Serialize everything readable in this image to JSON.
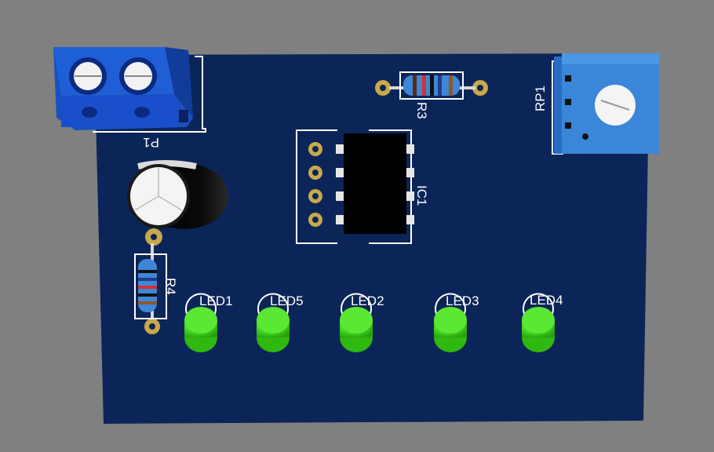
{
  "colors": {
    "background": "#808080",
    "pcb": "#0b2558",
    "silkscreen": "#ffffff",
    "terminal_block": "#1f5fd6",
    "trimmer": "#3a86d8",
    "led": "#3fd11e",
    "pad": "#c9a84a"
  },
  "components": {
    "p1": {
      "label": "P1",
      "type": "terminal-block"
    },
    "rp1": {
      "label": "RP1",
      "type": "trimmer-potentiometer"
    },
    "r3": {
      "label": "R3",
      "type": "resistor"
    },
    "r4": {
      "label": "R4",
      "type": "resistor"
    },
    "ic1": {
      "label": "IC1",
      "type": "dip-8-ic"
    },
    "capacitor": {
      "type": "electrolytic-capacitor"
    },
    "leds": [
      {
        "label": "LED1"
      },
      {
        "label": "LED5"
      },
      {
        "label": "LED2"
      },
      {
        "label": "LED3"
      },
      {
        "label": "LED4"
      }
    ]
  }
}
